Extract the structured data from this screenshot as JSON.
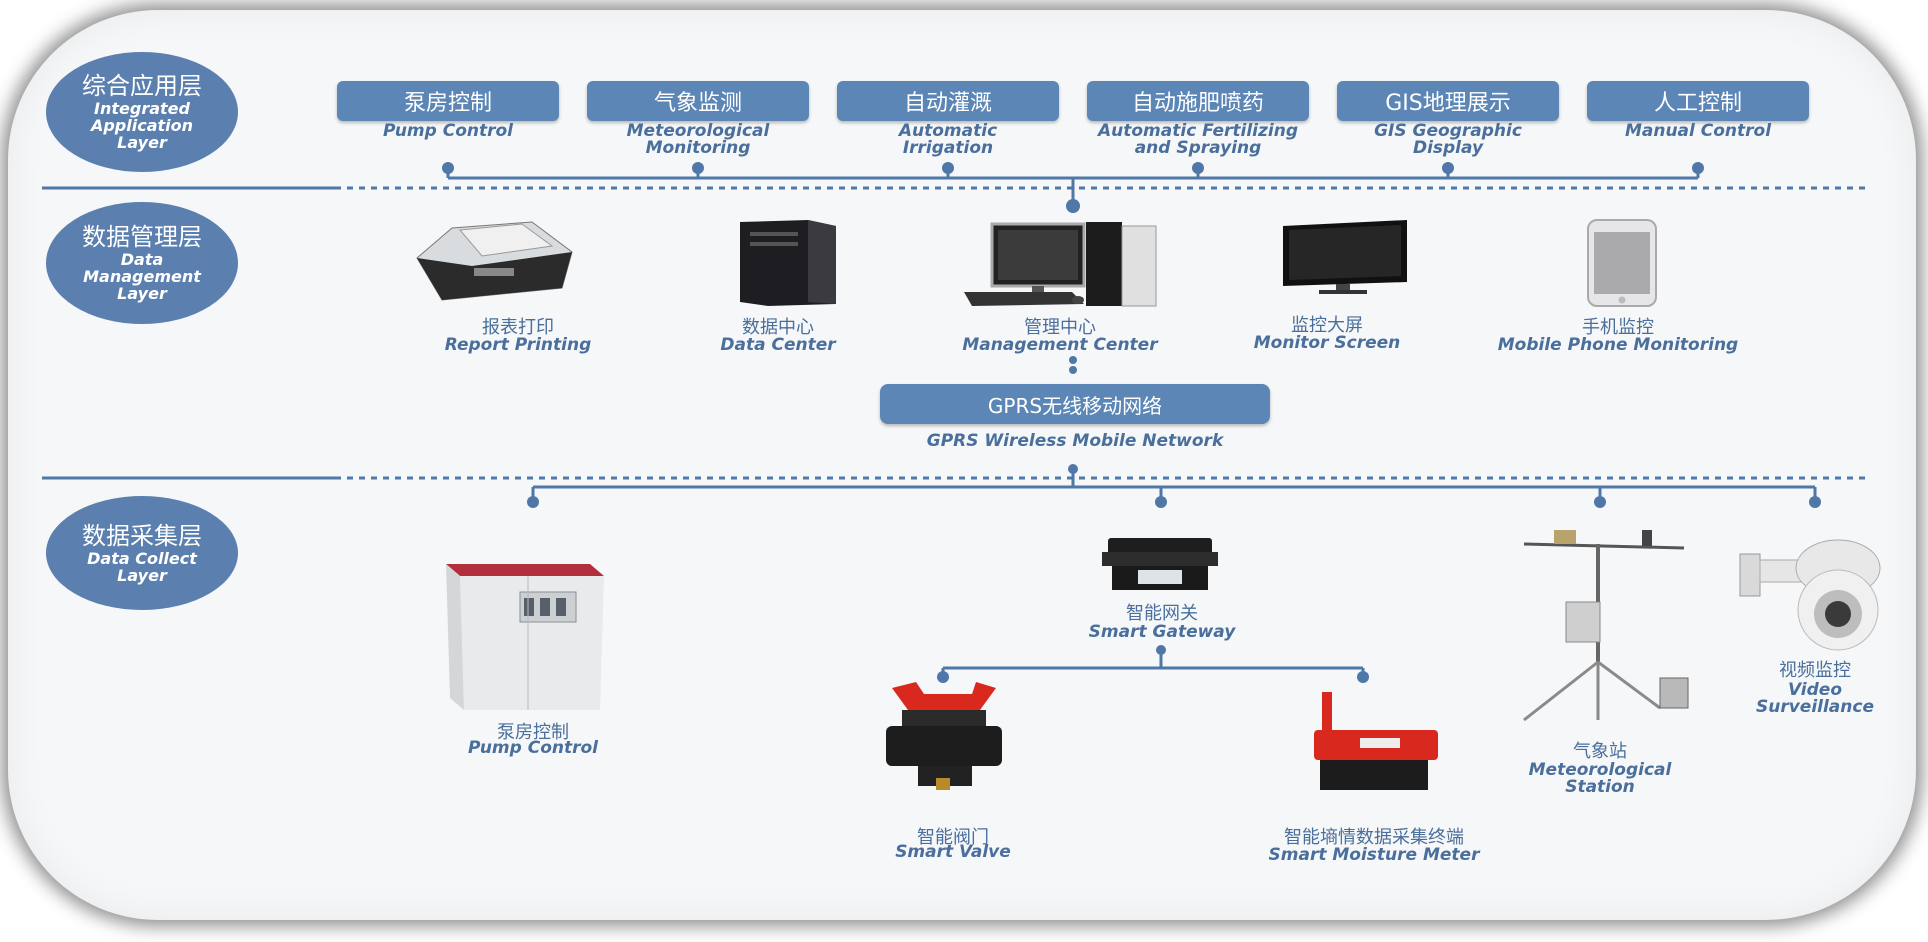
{
  "layers": [
    {
      "cn": "综合应用层",
      "en": "Integrated Application Layer",
      "en_lines": [
        "Integrated",
        "Application",
        "Layer"
      ]
    },
    {
      "cn": "数据管理层",
      "en": "Data Management Layer",
      "en_lines": [
        "Data",
        "Management",
        "Layer"
      ]
    },
    {
      "cn": "数据采集层",
      "en": "Data Collect Layer",
      "en_lines": [
        "Data Collect",
        "Layer"
      ]
    }
  ],
  "applications": [
    {
      "cn": "泵房控制",
      "en_lines": [
        "Pump Control"
      ]
    },
    {
      "cn": "气象监测",
      "en_lines": [
        "Meteorological",
        "Monitoring"
      ]
    },
    {
      "cn": "自动灌溉",
      "en_lines": [
        "Automatic",
        "Irrigation"
      ]
    },
    {
      "cn": "自动施肥喷药",
      "en_lines": [
        "Automatic Fertilizing",
        "and Spraying"
      ]
    },
    {
      "cn": "GIS地理展示",
      "en_lines": [
        "GIS Geographic",
        "Display"
      ]
    },
    {
      "cn": "人工控制",
      "en_lines": [
        "Manual Control"
      ]
    }
  ],
  "management": [
    {
      "cn": "报表打印",
      "en": "Report Printing",
      "icon": "printer-icon"
    },
    {
      "cn": "数据中心",
      "en": "Data Center",
      "icon": "server-icon"
    },
    {
      "cn": "管理中心",
      "en": "Management Center",
      "icon": "desktop-computer-icon"
    },
    {
      "cn": "监控大屏",
      "en": "Monitor Screen",
      "icon": "monitor-icon"
    },
    {
      "cn": "手机监控",
      "en": "Mobile Phone Monitoring",
      "icon": "smartphone-icon"
    }
  ],
  "network": {
    "cn": "GPRS无线移动网络",
    "en": "GPRS Wireless Mobile Network"
  },
  "collection": {
    "pump": {
      "cn": "泵房控制",
      "en": "Pump Control",
      "icon": "pump-cabinet-icon"
    },
    "gateway": {
      "cn": "智能网关",
      "en": "Smart Gateway",
      "icon": "gateway-icon"
    },
    "valve": {
      "cn": "智能阀门",
      "en": "Smart Valve",
      "icon": "valve-icon"
    },
    "moisture": {
      "cn": "智能墒情数据采集终端",
      "en": "Smart Moisture Meter",
      "icon": "moisture-meter-icon"
    },
    "weather": {
      "cn": "气象站",
      "en_lines": [
        "Meteorological",
        "Station"
      ],
      "icon": "weather-station-icon"
    },
    "video": {
      "cn": "视频监控",
      "en_lines": [
        "Video",
        "Surveillance"
      ],
      "icon": "dome-camera-icon"
    }
  },
  "colors": {
    "accent": "#5b86b6",
    "circle": "#5b7fae",
    "line": "#4f78a8",
    "text": "#4a6f9d"
  }
}
